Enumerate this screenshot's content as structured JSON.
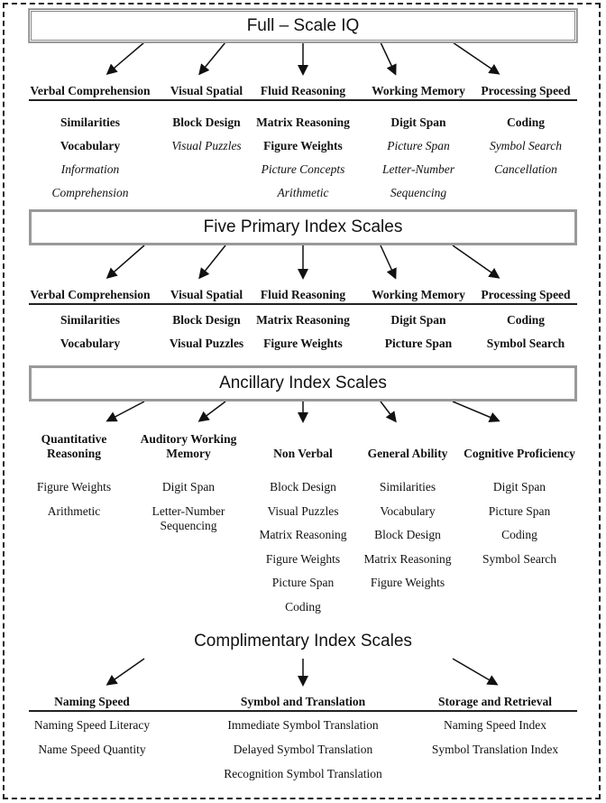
{
  "sections": [
    {
      "title": "Full – Scale IQ",
      "border": "double",
      "columns": [
        {
          "heading": "Verbal Comprehension",
          "items": [
            {
              "t": "Similarities",
              "s": "b"
            },
            {
              "t": "Vocabulary",
              "s": "b"
            },
            {
              "t": "Information",
              "s": "i"
            },
            {
              "t": "Comprehension",
              "s": "i"
            }
          ]
        },
        {
          "heading": "Visual Spatial",
          "items": [
            {
              "t": "Block Design",
              "s": "b"
            },
            {
              "t": "Visual Puzzles",
              "s": "i"
            }
          ]
        },
        {
          "heading": "Fluid Reasoning",
          "items": [
            {
              "t": "Matrix Reasoning",
              "s": "b"
            },
            {
              "t": "Figure Weights",
              "s": "b"
            },
            {
              "t": "Picture Concepts",
              "s": "i"
            },
            {
              "t": "Arithmetic",
              "s": "i"
            }
          ]
        },
        {
          "heading": "Working Memory",
          "items": [
            {
              "t": "Digit Span",
              "s": "b"
            },
            {
              "t": "Picture Span",
              "s": "i"
            },
            {
              "t": "Letter-Number",
              "s": "i"
            },
            {
              "t": "Sequencing",
              "s": "i"
            }
          ]
        },
        {
          "heading": "Processing Speed",
          "items": [
            {
              "t": "Coding",
              "s": "b"
            },
            {
              "t": "Symbol Search",
              "s": "i"
            },
            {
              "t": "Cancellation",
              "s": "i"
            }
          ]
        }
      ]
    },
    {
      "title": "Five Primary Index Scales",
      "border": "solid",
      "columns": [
        {
          "heading": "Verbal Comprehension",
          "items": [
            {
              "t": "Similarities",
              "s": "b"
            },
            {
              "t": "Vocabulary",
              "s": "b"
            }
          ]
        },
        {
          "heading": "Visual Spatial",
          "items": [
            {
              "t": "Block Design",
              "s": "b"
            },
            {
              "t": "Visual Puzzles",
              "s": "b"
            }
          ]
        },
        {
          "heading": "Fluid Reasoning",
          "items": [
            {
              "t": "Matrix Reasoning",
              "s": "b"
            },
            {
              "t": "Figure Weights",
              "s": "b"
            }
          ]
        },
        {
          "heading": "Working Memory",
          "items": [
            {
              "t": "Digit Span",
              "s": "b"
            },
            {
              "t": "Picture Span",
              "s": "b"
            }
          ]
        },
        {
          "heading": "Processing Speed",
          "items": [
            {
              "t": "Coding",
              "s": "b"
            },
            {
              "t": "Symbol Search",
              "s": "b"
            }
          ]
        }
      ]
    },
    {
      "title": "Ancillary Index Scales",
      "border": "solid",
      "columns": [
        {
          "heading": "Quantitative\nReasoning",
          "items": [
            {
              "t": "Figure Weights",
              "s": "n"
            },
            {
              "t": "Arithmetic",
              "s": "n"
            }
          ]
        },
        {
          "heading": "Auditory Working\nMemory",
          "items": [
            {
              "t": "Digit Span",
              "s": "n"
            },
            {
              "t": "Letter-Number\nSequencing",
              "s": "n"
            }
          ]
        },
        {
          "heading": "Non Verbal",
          "items": [
            {
              "t": "Block Design",
              "s": "n"
            },
            {
              "t": "Visual Puzzles",
              "s": "n"
            },
            {
              "t": "Matrix Reasoning",
              "s": "n"
            },
            {
              "t": "Figure Weights",
              "s": "n"
            },
            {
              "t": "Picture Span",
              "s": "n"
            },
            {
              "t": "Coding",
              "s": "n"
            }
          ]
        },
        {
          "heading": "General Ability",
          "items": [
            {
              "t": "Similarities",
              "s": "n"
            },
            {
              "t": "Vocabulary",
              "s": "n"
            },
            {
              "t": "Block Design",
              "s": "n"
            },
            {
              "t": "Matrix Reasoning",
              "s": "n"
            },
            {
              "t": "Figure Weights",
              "s": "n"
            }
          ]
        },
        {
          "heading": "Cognitive Proficiency",
          "items": [
            {
              "t": "Digit Span",
              "s": "n"
            },
            {
              "t": "Picture Span",
              "s": "n"
            },
            {
              "t": "Coding",
              "s": "n"
            },
            {
              "t": "Symbol Search",
              "s": "n"
            }
          ]
        }
      ]
    },
    {
      "title": "Complimentary Index Scales",
      "border": "dashed",
      "columns": [
        {
          "heading": "Naming Speed",
          "items": [
            {
              "t": "Naming Speed Literacy",
              "s": "n"
            },
            {
              "t": "Name Speed Quantity",
              "s": "n"
            }
          ]
        },
        {
          "heading": "Symbol and Translation",
          "items": [
            {
              "t": "Immediate Symbol Translation",
              "s": "n"
            },
            {
              "t": "Delayed Symbol Translation",
              "s": "n"
            },
            {
              "t": "Recognition Symbol Translation",
              "s": "n"
            }
          ]
        },
        {
          "heading": "Storage and Retrieval",
          "items": [
            {
              "t": "Naming Speed Index",
              "s": "n"
            },
            {
              "t": "Symbol Translation Index",
              "s": "n"
            }
          ]
        }
      ]
    }
  ]
}
